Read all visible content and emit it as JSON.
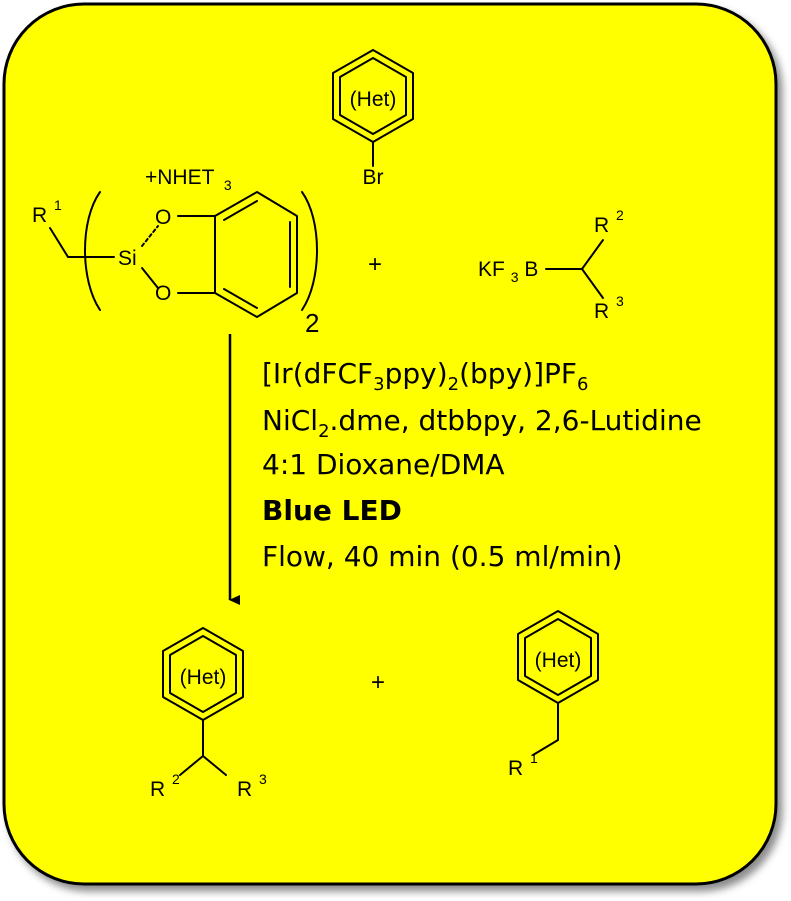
{
  "colors": {
    "panel_fill": "#FFFF00",
    "panel_stroke": "#000000",
    "blue_led": "#1FA7D7"
  },
  "ring_label": "(Het)",
  "reagents": {
    "aryl_halide_atom": "Br",
    "silicate": {
      "counter_cation": "+NHET",
      "counter_cation_sub": "3",
      "r_group": "R",
      "r_sup": "1",
      "silicon": "Si",
      "oxygen_top": "O",
      "oxygen_bottom": "O",
      "multiplier": "2"
    },
    "plus": "+",
    "borate": {
      "prefix_kf": "KF",
      "prefix_sub": "3",
      "prefix_b": "B",
      "r_top": "R",
      "r_top_sup": "2",
      "r_bottom": "R",
      "r_bottom_sup": "3"
    }
  },
  "conditions": {
    "line1": {
      "a": "[Ir(dFCF",
      "a_sub": "3",
      "b": "ppy)",
      "b_sub": "2",
      "c": "(bpy)]PF",
      "c_sub": "6"
    },
    "line2": {
      "a": "NiCl",
      "a_sub": "2",
      "b": ".dme, dtbbpy, 2,6-Lutidine"
    },
    "line3": "4:1 Dioxane/DMA",
    "line4": "Blue LED",
    "line5": "Flow, 40 min (0.5 ml/min)"
  },
  "products": {
    "plus": "+",
    "left": {
      "r_left": "R",
      "r_left_sup": "2",
      "r_right": "R",
      "r_right_sup": "3"
    },
    "right": {
      "r": "R",
      "r_sup": "1"
    }
  }
}
